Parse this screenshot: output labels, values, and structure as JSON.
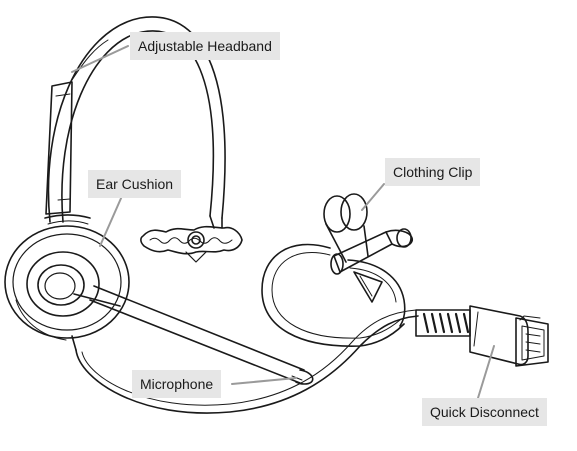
{
  "colors": {
    "line": "#1a1a1a",
    "label_bg": "#e6e6e6",
    "leader": "#9a9a9a",
    "background": "#ffffff"
  },
  "labels": {
    "headband": "Adjustable Headband",
    "ear_cushion": "Ear Cushion",
    "clothing_clip": "Clothing Clip",
    "microphone": "Microphone",
    "quick_disconnect": "Quick Disconnect"
  }
}
